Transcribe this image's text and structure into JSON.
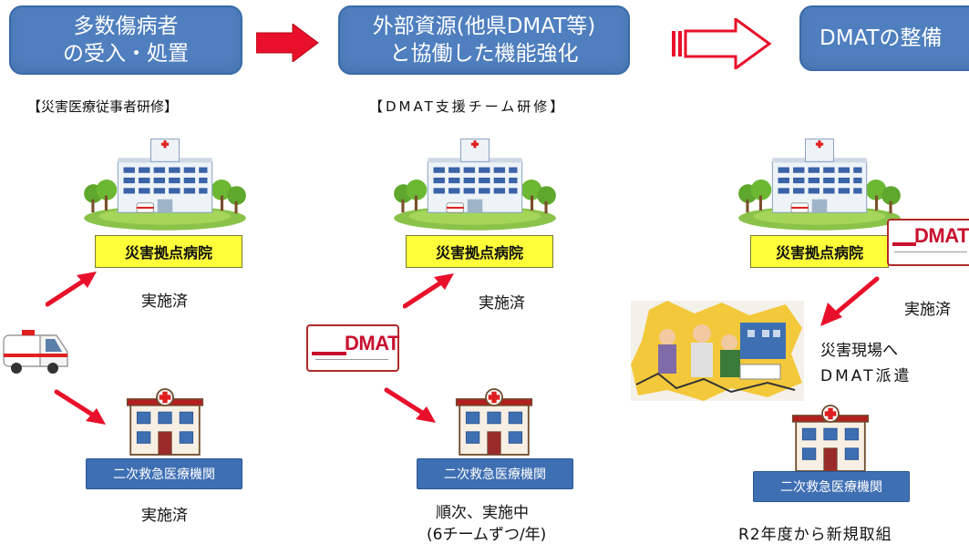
{
  "headers": {
    "box1": {
      "line1": "多数傷病者",
      "line2": "の受入・処置"
    },
    "box2": {
      "line1": "外部資源(他県DMAT等)",
      "line2": "と協働した機能強化"
    },
    "box3": {
      "line1": "DMATの整備"
    }
  },
  "sections": {
    "col1": {
      "training_label": "【災害医療従事者研修】",
      "hospital_label": "災害拠点病院",
      "hospital_status": "実施済",
      "clinic_label": "二次救急医療機関",
      "clinic_status": "実施済"
    },
    "col2": {
      "training_label": "【DMAT支援チーム研修】",
      "hospital_label": "災害拠点病院",
      "hospital_status": "実施済",
      "dmat_badge": "DMAT",
      "clinic_label": "二次救急医療機関",
      "clinic_status_line1": "順次、実施中",
      "clinic_status_line2": "(6チームずつ/年)"
    },
    "col3": {
      "hospital_label": "災害拠点病院",
      "dmat_badge": "DMAT",
      "hospital_status": "実施済",
      "dispatch_line1": "災害現場へ",
      "dispatch_line2": "DMAT派遣",
      "clinic_label": "二次救急医療機関",
      "clinic_status": "R2年度から新規取組"
    }
  },
  "colors": {
    "header_blue": "#4f7fbf",
    "arrow_red": "#e8102a",
    "hospital_label_yellow": "#ffff3a",
    "clinic_label_blue": "#3f6fb3"
  }
}
